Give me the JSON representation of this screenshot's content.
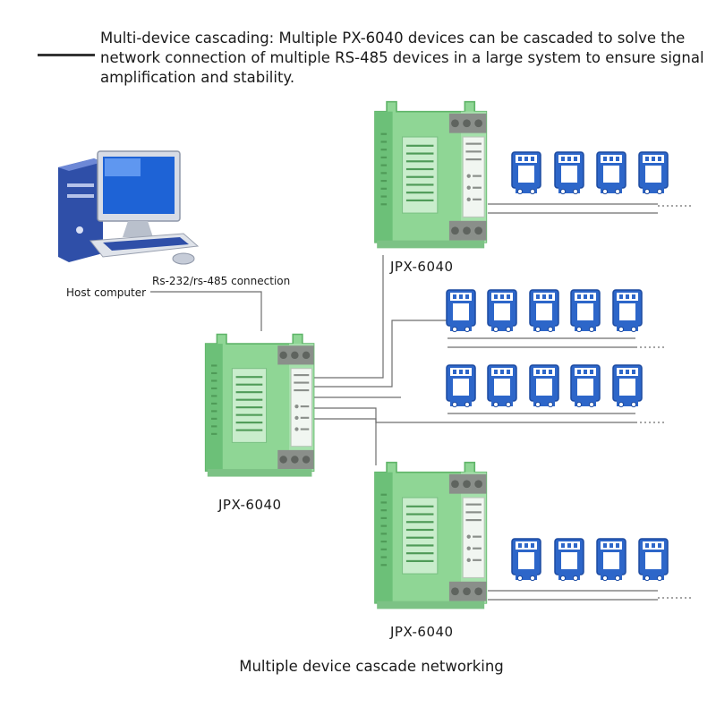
{
  "intro": {
    "text": "Multi-device cascading: Multiple PX-6040 devices can be cascaded to solve the network connection of multiple RS-485 devices in a large system to ensure signal amplification and stability."
  },
  "labels": {
    "host": "Host computer",
    "connection": "Rs-232/rs-485 connection",
    "device_model": "JPX-6040"
  },
  "caption": "Multiple device cascade networking",
  "colors": {
    "device_body": "#8fd695",
    "device_dark": "#5fb468",
    "terminal_gray": "#8a8f8a",
    "meter_blue": "#2d66c9",
    "wire": "#6e6e6e"
  },
  "icons": {
    "host": "desktop-computer-icon",
    "converter": "din-rail-converter-icon",
    "slave": "rs485-meter-icon"
  }
}
